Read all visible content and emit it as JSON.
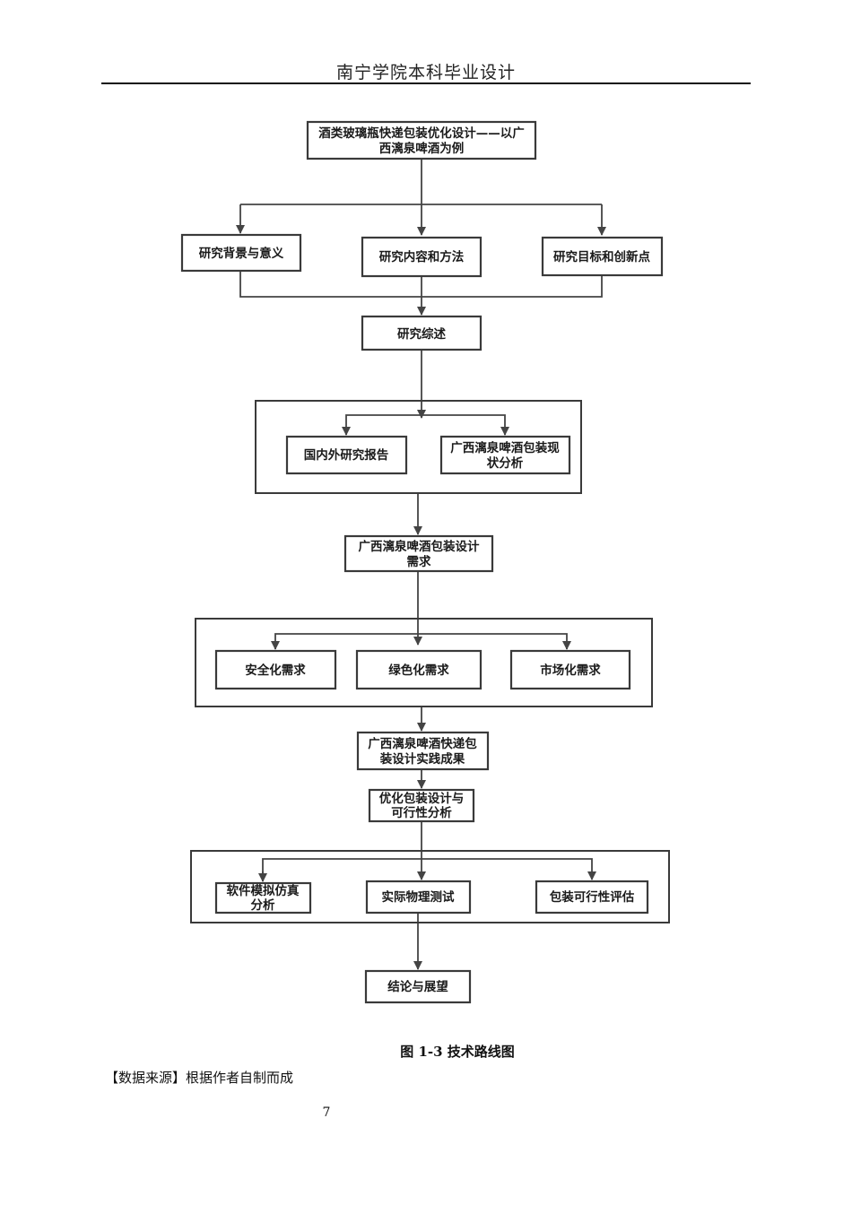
{
  "header": {
    "title": "南宁学院本科毕业设计"
  },
  "diagram": {
    "nodes": {
      "title": [
        "酒类玻璃瓶快递包装优化设计——以广",
        "西漓泉啤酒为例"
      ],
      "background": [
        "研究背景与意义"
      ],
      "content": [
        "研究内容和方法"
      ],
      "goals": [
        "研究目标和创新点"
      ],
      "review": [
        "研究综述"
      ],
      "domestic": [
        "国内外研究报告"
      ],
      "status": [
        "广西漓泉啤酒包装现",
        "状分析"
      ],
      "needs": [
        "广西漓泉啤酒包装设计",
        "需求"
      ],
      "safety": [
        "安全化需求"
      ],
      "green": [
        "绿色化需求"
      ],
      "market": [
        "市场化需求"
      ],
      "practice": [
        "广西漓泉啤酒快递包",
        "装设计实践成果"
      ],
      "optimize": [
        "优化包装设计与",
        "可行性分析"
      ],
      "software": [
        "软件模拟仿真",
        "分析"
      ],
      "physical": [
        "实际物理测试"
      ],
      "evaluate": [
        "包装可行性评估"
      ],
      "conclusion": [
        "结论与展望"
      ]
    }
  },
  "caption": "图 1-3  技术路线图",
  "source_note": "【数据来源】根据作者自制而成",
  "page_number": "7"
}
